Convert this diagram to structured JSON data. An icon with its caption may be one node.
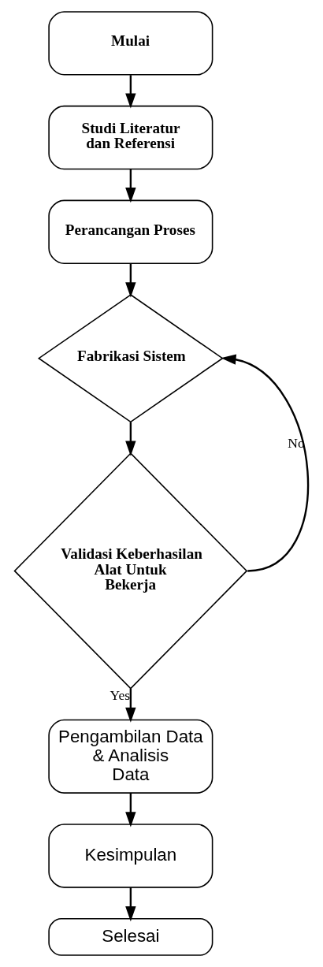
{
  "diagram": {
    "nodes": [
      {
        "text": [
          "Mulai"
        ]
      },
      {
        "text": [
          "Studi Literatur dan Referensi"
        ]
      },
      {
        "text": [
          "Perancangan Proses"
        ]
      },
      {
        "text": [
          "Fabrikasi Sistem"
        ]
      },
      {
        "text": [
          "Validasi Keberhasilan Alat Untuk Bekerja"
        ]
      },
      {
        "text": [
          "Pengambilan Data & Analisis Data"
        ]
      },
      {
        "text": [
          "Kesimpulan"
        ]
      },
      {
        "text": [
          "Selesai"
        ]
      }
    ],
    "edges": [
      {
        "from": 0,
        "to": 1,
        "arrow": "to"
      },
      {
        "from": 1,
        "to": 2,
        "arrow": "to"
      },
      {
        "from": 2,
        "to": 3,
        "arrow": "to"
      },
      {
        "from": 3,
        "to": 4,
        "arrow": "to"
      },
      {
        "from": 4,
        "to": 5,
        "arrow": "to",
        "label": "Yes"
      },
      {
        "from": 4,
        "to": 3,
        "arrow": "to",
        "label": "No"
      },
      {
        "from": 5,
        "to": 6,
        "arrow": "to"
      },
      {
        "from": 6,
        "to": 7,
        "arrow": "to"
      }
    ]
  }
}
